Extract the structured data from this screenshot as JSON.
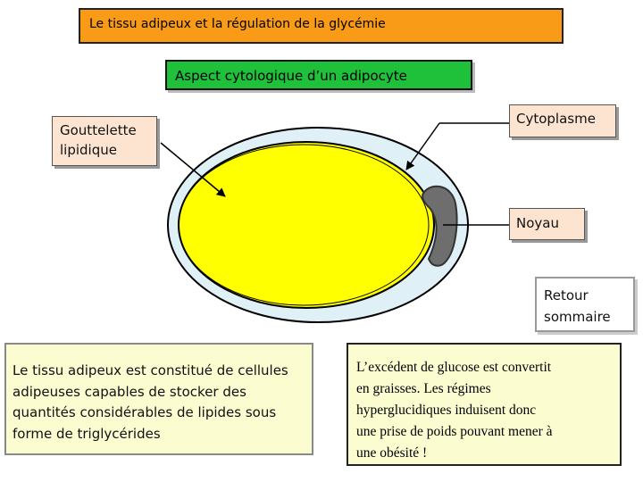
{
  "title": "Le tissu adipeux et la régulation de la glycémie",
  "subtitle": "Aspect cytologique d’un adipocyte",
  "labels": {
    "gouttelette": [
      "Gouttelette",
      "lipidique"
    ],
    "cytoplasme": "Cytoplasme",
    "noyau": "Noyau",
    "retour": [
      "Retour",
      "sommaire"
    ]
  },
  "text_left": [
    "Le tissu adipeux est constitué de cellules",
    "adipeuses capables de stocker des",
    "quantités considérables de lipides sous",
    "forme de triglycérides"
  ],
  "text_right": [
    "L’excédent de glucose est convertit",
    "en graisses. Les régimes",
    "hyperglucidiques induisent donc",
    "une prise de poids pouvant mener à",
    "une obésité !"
  ],
  "colors": {
    "title_bg": "#f99b16",
    "subtitle_bg": "#1fc13a",
    "label_bg": "#fce4d0",
    "cell_cytoplasm": "#dff0f7",
    "lipid_droplet": "#ffff00",
    "nucleus": "#6e6e6e",
    "text_box_bg": "#fbfdd0"
  }
}
